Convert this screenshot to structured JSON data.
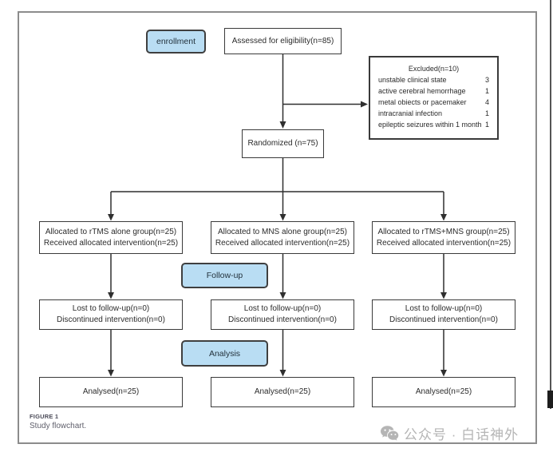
{
  "flowchart": {
    "phases": {
      "enrollment": "enrollment",
      "followup": "Follow-up",
      "analysis": "Analysis"
    },
    "assessed": "Assessed for eligibility(n=85)",
    "randomized": "Randomized (n=75)",
    "excluded": {
      "title": "Excluded(n=10)",
      "reasons": [
        {
          "label": "unstable clinical state",
          "value": "3"
        },
        {
          "label": "active cerebral hemorrhage",
          "value": "1"
        },
        {
          "label": "metal obiects or pacemaker",
          "value": "4"
        },
        {
          "label": "intracranial infection",
          "value": "1"
        },
        {
          "label": "epileptic seizures within 1 month",
          "value": "1"
        }
      ]
    },
    "columns": [
      {
        "allocated_line1": "Allocated to rTMS alone group(n=25)",
        "allocated_line2": "Received allocated intervention(n=25)",
        "lost_line1": "Lost to follow-up(n=0)",
        "lost_line2": "Discontinued intervention(n=0)",
        "analysed": "Analysed(n=25)"
      },
      {
        "allocated_line1": "Allocated to MNS alone group(n=25)",
        "allocated_line2": "Received allocated intervention(n=25)",
        "lost_line1": "Lost to follow-up(n=0)",
        "lost_line2": "Discontinued intervention(n=0)",
        "analysed": "Analysed(n=25)"
      },
      {
        "allocated_line1": "Allocated to rTMS+MNS group(n=25)",
        "allocated_line2": "Received allocated intervention(n=25)",
        "lost_line1": "Lost to follow-up(n=0)",
        "lost_line2": "Discontinued intervention(n=0)",
        "analysed": "Analysed(n=25)"
      }
    ]
  },
  "caption": {
    "figure_label": "FIGURE 1",
    "figure_text": "Study flowchart."
  },
  "watermark": {
    "icon": "wechat-icon",
    "text": "公众号 · 白话神外"
  },
  "colors": {
    "phase_box_fill": "#b9ddf3",
    "box_border": "#3a3a3a",
    "frame_border": "#8c8c8c",
    "connector": "#2f2f2f",
    "watermark_gray": "#b5b5b5"
  }
}
